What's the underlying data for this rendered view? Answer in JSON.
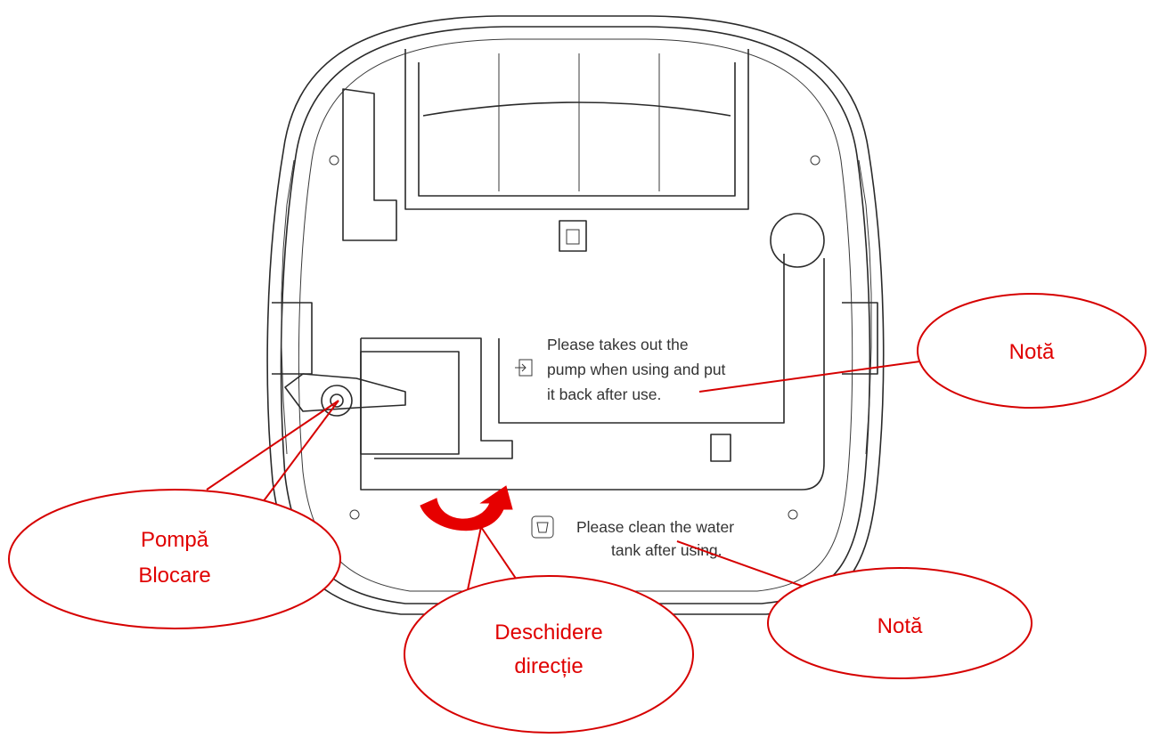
{
  "device_notes": {
    "pump_note": [
      "Please takes out the",
      "pump when using and put",
      "it back after use."
    ],
    "tank_note": [
      "Please clean the water",
      "tank after using."
    ]
  },
  "callouts": {
    "note_1": [
      "Notă"
    ],
    "note_2": [
      "Notă"
    ],
    "pump_lock": [
      "Pompă",
      "Blocare"
    ],
    "open_direction": [
      "Deschidere",
      "direcție"
    ]
  },
  "colors": {
    "callout_red": "#d60000",
    "arrow_red": "#e60000",
    "line_art": "#2a2a2a"
  },
  "icons": {
    "pump_note_icon": "pump-removal-icon",
    "tank_note_icon": "water-tank-icon",
    "arrow": "rotate-open-arrow"
  }
}
